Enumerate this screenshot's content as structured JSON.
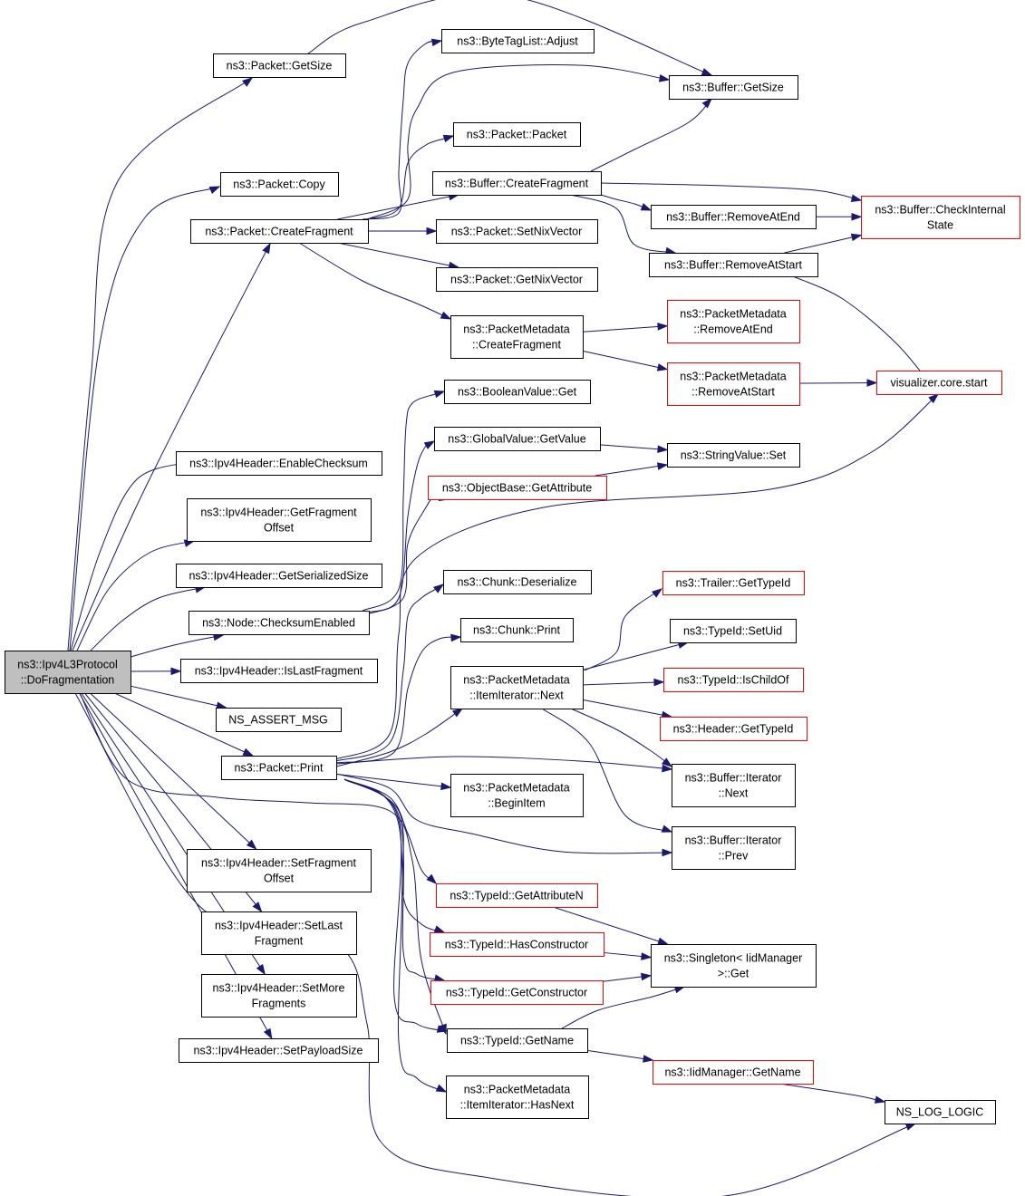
{
  "diagram": {
    "nodes": [
      {
        "id": "root",
        "lines": [
          "ns3::Ipv4L3Protocol",
          "::DoFragmentation"
        ],
        "root": true
      },
      {
        "id": "pkt_getsize",
        "lines": [
          "ns3::Packet::GetSize"
        ]
      },
      {
        "id": "pkt_copy",
        "lines": [
          "ns3::Packet::Copy"
        ]
      },
      {
        "id": "pkt_createfrag",
        "lines": [
          "ns3::Packet::CreateFragment"
        ]
      },
      {
        "id": "ipv4_enablechecksum",
        "lines": [
          "ns3::Ipv4Header::EnableChecksum"
        ]
      },
      {
        "id": "ipv4_getfragoffset",
        "lines": [
          "ns3::Ipv4Header::GetFragment",
          "Offset"
        ]
      },
      {
        "id": "ipv4_getserialized",
        "lines": [
          "ns3::Ipv4Header::GetSerializedSize"
        ]
      },
      {
        "id": "node_checksum",
        "lines": [
          "ns3::Node::ChecksumEnabled"
        ]
      },
      {
        "id": "ipv4_islast",
        "lines": [
          "ns3::Ipv4Header::IsLastFragment"
        ]
      },
      {
        "id": "ns_assert",
        "lines": [
          "NS_ASSERT_MSG"
        ]
      },
      {
        "id": "pkt_print",
        "lines": [
          "ns3::Packet::Print"
        ]
      },
      {
        "id": "ipv4_setfragoffset",
        "lines": [
          "ns3::Ipv4Header::SetFragment",
          "Offset"
        ]
      },
      {
        "id": "ipv4_setlast",
        "lines": [
          "ns3::Ipv4Header::SetLast",
          "Fragment"
        ]
      },
      {
        "id": "ipv4_setmore",
        "lines": [
          "ns3::Ipv4Header::SetMore",
          "Fragments"
        ]
      },
      {
        "id": "ipv4_setpayload",
        "lines": [
          "ns3::Ipv4Header::SetPayloadSize"
        ]
      },
      {
        "id": "btl_adjust",
        "lines": [
          "ns3::ByteTagList::Adjust"
        ]
      },
      {
        "id": "pkt_packet",
        "lines": [
          "ns3::Packet::Packet"
        ]
      },
      {
        "id": "buf_createfrag",
        "lines": [
          "ns3::Buffer::CreateFragment"
        ]
      },
      {
        "id": "pkt_setnix",
        "lines": [
          "ns3::Packet::SetNixVector"
        ]
      },
      {
        "id": "pkt_getnix",
        "lines": [
          "ns3::Packet::GetNixVector"
        ]
      },
      {
        "id": "pm_createfrag",
        "lines": [
          "ns3::PacketMetadata",
          "::CreateFragment"
        ]
      },
      {
        "id": "bool_get",
        "lines": [
          "ns3::BooleanValue::Get"
        ]
      },
      {
        "id": "gv_getvalue",
        "lines": [
          "ns3::GlobalValue::GetValue"
        ]
      },
      {
        "id": "ob_getattr",
        "lines": [
          "ns3::ObjectBase::GetAttribute"
        ],
        "red": true
      },
      {
        "id": "chunk_deser",
        "lines": [
          "ns3::Chunk::Deserialize"
        ]
      },
      {
        "id": "chunk_print",
        "lines": [
          "ns3::Chunk::Print"
        ]
      },
      {
        "id": "pm_itnext",
        "lines": [
          "ns3::PacketMetadata",
          "::ItemIterator::Next"
        ]
      },
      {
        "id": "pm_beginitem",
        "lines": [
          "ns3::PacketMetadata",
          "::BeginItem"
        ]
      },
      {
        "id": "tid_getattrn",
        "lines": [
          "ns3::TypeId::GetAttributeN"
        ],
        "red": true
      },
      {
        "id": "tid_hascons",
        "lines": [
          "ns3::TypeId::HasConstructor"
        ],
        "red": true
      },
      {
        "id": "tid_getcons",
        "lines": [
          "ns3::TypeId::GetConstructor"
        ],
        "red": true
      },
      {
        "id": "tid_getname",
        "lines": [
          "ns3::TypeId::GetName"
        ]
      },
      {
        "id": "pm_hasnext",
        "lines": [
          "ns3::PacketMetadata",
          "::ItemIterator::HasNext"
        ]
      },
      {
        "id": "buf_getsize",
        "lines": [
          "ns3::Buffer::GetSize"
        ]
      },
      {
        "id": "buf_removeend",
        "lines": [
          "ns3::Buffer::RemoveAtEnd"
        ]
      },
      {
        "id": "buf_removestart",
        "lines": [
          "ns3::Buffer::RemoveAtStart"
        ]
      },
      {
        "id": "pm_removeend",
        "lines": [
          "ns3::PacketMetadata",
          "::RemoveAtEnd"
        ],
        "red": true
      },
      {
        "id": "pm_removestart",
        "lines": [
          "ns3::PacketMetadata",
          "::RemoveAtStart"
        ],
        "red": true
      },
      {
        "id": "sv_set",
        "lines": [
          "ns3::StringValue::Set"
        ]
      },
      {
        "id": "trailer_gettid",
        "lines": [
          "ns3::Trailer::GetTypeId"
        ],
        "red": true
      },
      {
        "id": "tid_setuid",
        "lines": [
          "ns3::TypeId::SetUid"
        ]
      },
      {
        "id": "tid_ischild",
        "lines": [
          "ns3::TypeId::IsChildOf"
        ],
        "red": true
      },
      {
        "id": "header_gettid",
        "lines": [
          "ns3::Header::GetTypeId"
        ],
        "red": true
      },
      {
        "id": "bufit_next",
        "lines": [
          "ns3::Buffer::Iterator",
          "::Next"
        ]
      },
      {
        "id": "bufit_prev",
        "lines": [
          "ns3::Buffer::Iterator",
          "::Prev"
        ]
      },
      {
        "id": "singleton_get",
        "lines": [
          "ns3::Singleton< IidManager",
          ">::Get"
        ]
      },
      {
        "id": "iid_getname",
        "lines": [
          "ns3::IidManager::GetName"
        ],
        "red": true
      },
      {
        "id": "buf_checkinternal",
        "lines": [
          "ns3::Buffer::CheckInternal",
          "State"
        ],
        "red": true
      },
      {
        "id": "vis_start",
        "lines": [
          "visualizer.core.start"
        ],
        "red": true
      },
      {
        "id": "ns_log_logic",
        "lines": [
          "NS_LOG_LOGIC"
        ]
      }
    ],
    "edges": [
      [
        "root",
        "pkt_getsize"
      ],
      [
        "root",
        "pkt_copy"
      ],
      [
        "root",
        "pkt_createfrag"
      ],
      [
        "root",
        "ipv4_enablechecksum"
      ],
      [
        "root",
        "ipv4_getfragoffset"
      ],
      [
        "root",
        "ipv4_getserialized"
      ],
      [
        "root",
        "node_checksum"
      ],
      [
        "root",
        "ipv4_islast"
      ],
      [
        "root",
        "ns_assert"
      ],
      [
        "root",
        "pkt_print"
      ],
      [
        "root",
        "ipv4_setfragoffset"
      ],
      [
        "root",
        "ipv4_setlast"
      ],
      [
        "root",
        "ipv4_setmore"
      ],
      [
        "root",
        "ipv4_setpayload"
      ],
      [
        "root",
        "tid_getname"
      ],
      [
        "root",
        "ns_log_logic"
      ],
      [
        "pkt_getsize",
        "buf_getsize"
      ],
      [
        "pkt_createfrag",
        "btl_adjust"
      ],
      [
        "pkt_createfrag",
        "buf_getsize"
      ],
      [
        "pkt_createfrag",
        "pkt_packet"
      ],
      [
        "pkt_createfrag",
        "buf_createfrag"
      ],
      [
        "pkt_createfrag",
        "pkt_setnix"
      ],
      [
        "pkt_createfrag",
        "pkt_getnix"
      ],
      [
        "pkt_createfrag",
        "pm_createfrag"
      ],
      [
        "buf_createfrag",
        "buf_getsize"
      ],
      [
        "buf_createfrag",
        "buf_checkinternal"
      ],
      [
        "buf_createfrag",
        "buf_removeend"
      ],
      [
        "buf_createfrag",
        "buf_removestart"
      ],
      [
        "buf_removeend",
        "buf_checkinternal"
      ],
      [
        "buf_removestart",
        "buf_checkinternal"
      ],
      [
        "buf_removestart",
        "vis_start"
      ],
      [
        "pm_createfrag",
        "pm_removeend"
      ],
      [
        "pm_createfrag",
        "pm_removestart"
      ],
      [
        "pm_removestart",
        "vis_start"
      ],
      [
        "node_checksum",
        "bool_get"
      ],
      [
        "node_checksum",
        "gv_getvalue"
      ],
      [
        "node_checksum",
        "ob_getattr"
      ],
      [
        "gv_getvalue",
        "sv_set"
      ],
      [
        "ob_getattr",
        "sv_set"
      ],
      [
        "pkt_print",
        "vis_start"
      ],
      [
        "pkt_print",
        "chunk_deser"
      ],
      [
        "pkt_print",
        "chunk_print"
      ],
      [
        "pkt_print",
        "pm_itnext"
      ],
      [
        "pkt_print",
        "pm_beginitem"
      ],
      [
        "pkt_print",
        "bufit_next"
      ],
      [
        "pkt_print",
        "bufit_prev"
      ],
      [
        "pkt_print",
        "tid_getattrn"
      ],
      [
        "pkt_print",
        "tid_hascons"
      ],
      [
        "pkt_print",
        "tid_getcons"
      ],
      [
        "pkt_print",
        "tid_getname"
      ],
      [
        "pkt_print",
        "pm_hasnext"
      ],
      [
        "pm_itnext",
        "trailer_gettid"
      ],
      [
        "pm_itnext",
        "tid_setuid"
      ],
      [
        "pm_itnext",
        "tid_ischild"
      ],
      [
        "pm_itnext",
        "header_gettid"
      ],
      [
        "pm_itnext",
        "bufit_next"
      ],
      [
        "pm_itnext",
        "bufit_prev"
      ],
      [
        "tid_getattrn",
        "singleton_get"
      ],
      [
        "tid_hascons",
        "singleton_get"
      ],
      [
        "tid_getcons",
        "singleton_get"
      ],
      [
        "tid_getname",
        "singleton_get"
      ],
      [
        "tid_getname",
        "iid_getname"
      ],
      [
        "iid_getname",
        "ns_log_logic"
      ]
    ]
  }
}
